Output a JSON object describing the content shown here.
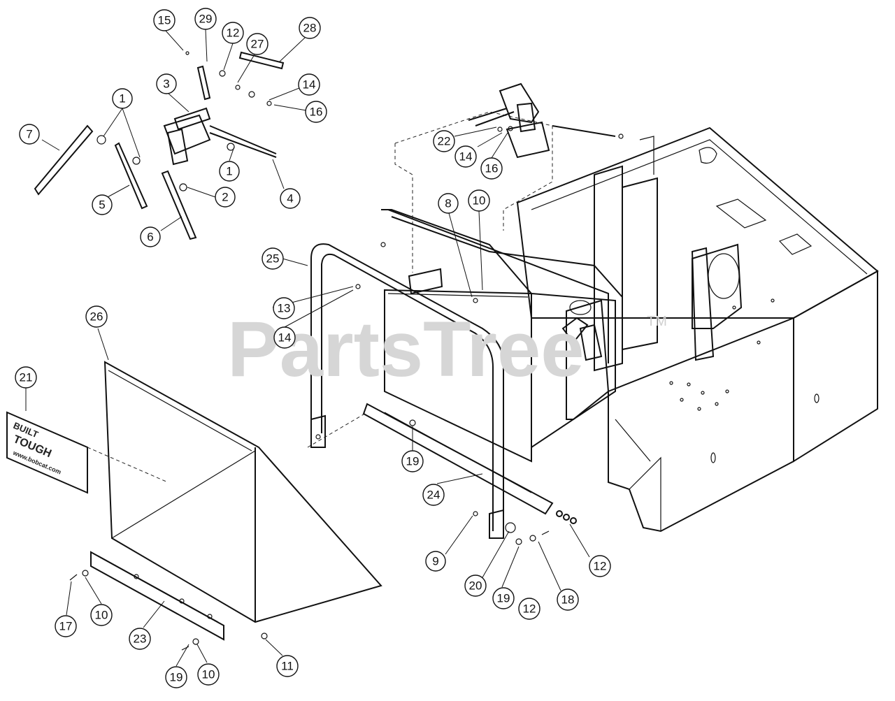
{
  "watermark": {
    "text": "PartsTree",
    "trademark": "TM"
  },
  "decal": {
    "line1": "BUILT",
    "line2": "TOUGH",
    "line3": "www.bobcat.com"
  },
  "callouts": [
    {
      "id": "c15a",
      "label": "15"
    },
    {
      "id": "c29",
      "label": "29"
    },
    {
      "id": "c12a",
      "label": "12"
    },
    {
      "id": "c27",
      "label": "27"
    },
    {
      "id": "c28",
      "label": "28"
    },
    {
      "id": "c14a",
      "label": "14"
    },
    {
      "id": "c16a",
      "label": "16"
    },
    {
      "id": "c3",
      "label": "3"
    },
    {
      "id": "c1a",
      "label": "1"
    },
    {
      "id": "c7",
      "label": "7"
    },
    {
      "id": "c1b",
      "label": "1"
    },
    {
      "id": "c5",
      "label": "5"
    },
    {
      "id": "c2",
      "label": "2"
    },
    {
      "id": "c4",
      "label": "4"
    },
    {
      "id": "c6",
      "label": "6"
    },
    {
      "id": "c22",
      "label": "22"
    },
    {
      "id": "c14b",
      "label": "14"
    },
    {
      "id": "c16b",
      "label": "16"
    },
    {
      "id": "c8",
      "label": "8"
    },
    {
      "id": "c10a",
      "label": "10"
    },
    {
      "id": "c25",
      "label": "25"
    },
    {
      "id": "c13",
      "label": "13"
    },
    {
      "id": "c14c",
      "label": "14"
    },
    {
      "id": "c26",
      "label": "26"
    },
    {
      "id": "c21",
      "label": "21"
    },
    {
      "id": "c19a",
      "label": "19"
    },
    {
      "id": "c24",
      "label": "24"
    },
    {
      "id": "c9",
      "label": "9"
    },
    {
      "id": "c20",
      "label": "20"
    },
    {
      "id": "c19b",
      "label": "19"
    },
    {
      "id": "c12b",
      "label": "12"
    },
    {
      "id": "c18",
      "label": "18"
    },
    {
      "id": "c12c",
      "label": "12"
    },
    {
      "id": "c17",
      "label": "17"
    },
    {
      "id": "c10b",
      "label": "10"
    },
    {
      "id": "c23",
      "label": "23"
    },
    {
      "id": "c11",
      "label": "11"
    },
    {
      "id": "c19c",
      "label": "19"
    },
    {
      "id": "c10c",
      "label": "10"
    }
  ]
}
